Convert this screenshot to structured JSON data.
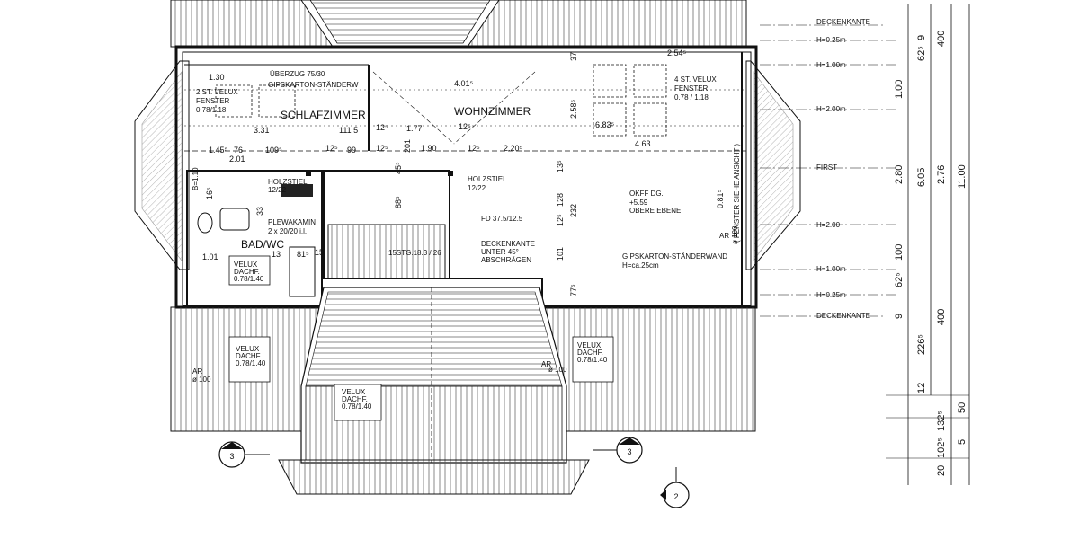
{
  "colors": {
    "ink": "#1a1a1a",
    "paper": "#ffffff",
    "hatch": "#555555"
  },
  "rooms": {
    "schlafzimmer": "SCHLAFZIMMER",
    "wohnzimmer": "WOHNZIMMER",
    "bad": "BAD/WC",
    "first": "FIRST"
  },
  "labels": {
    "ueberzug": "ÜBERZUG 75/30",
    "gipskarton_top": "GIPSKARTON-STÄNDERW",
    "velux2_line1": "2 ST. VELUX",
    "velux2_line2": "FENSTER",
    "velux2_size": "0.78/1.18",
    "velux4_line1": "4 ST. VELUX",
    "velux4_line2": "FENSTER",
    "velux4_size": "0.78 / 1.18",
    "holzstiel_left": "HOLZSTIEL",
    "holzstiel_left_size": "12/22",
    "holzstiel_right": "HOLZSTIEL",
    "holzstiel_right_size": "12/22",
    "plewa_line1": "PLEWAKAMIN",
    "plewa_line2": "2 x 20/20 i.l.",
    "okff_line1": "OKFF DG.",
    "okff_line2": "+5.59",
    "okff_line3": "OBERE EBENE",
    "fd": "FD 37.5/12.5",
    "deckenkante_1": "DECKENKANTE",
    "deckenkante_2": "UNTER 45°",
    "deckenkante_3": "ABSCHRÄGEN",
    "stg": "15STG.18.3 / 26",
    "gipskarton_right_1": "GIPSKARTON-STÄNDERWAND",
    "gipskarton_right_2": "H=ca.25cm",
    "fenster_siehe": "( FENSTER SIEHE ANSICHT )",
    "b_110": "B=1.10",
    "ar_right": "AR",
    "ar_right_size": "ø 100",
    "ar_left": "AR",
    "ar_left_size": "ø 100",
    "ar_center": "AR",
    "ar_center_size": "ø 100",
    "velux_bad_1": "VELUX",
    "velux_bad_2": "DACHF.",
    "velux_bad_3": "0.78/1.40",
    "velux_l_1": "VELUX",
    "velux_l_2": "DACHF.",
    "velux_l_3": "0.78/1.40",
    "velux_c_1": "VELUX",
    "velux_c_2": "DACHF.",
    "velux_c_3": "0.78/1.40",
    "velux_r_1": "VELUX",
    "velux_r_2": "DACHF.",
    "velux_r_3": "0.78/1.40",
    "section_left": "3",
    "section_right": "3",
    "section_bottom": "2"
  },
  "dimensions": {
    "d_130": "1.30",
    "d_401": "4.01⁵",
    "d_254": "2.54⁵",
    "d_331": "3.31",
    "d_683": "6.83⁵",
    "d_463": "4.63",
    "d_258": "2.58⁵",
    "d_37": "37",
    "d_111": "111 5",
    "d_125a": "12⁵",
    "d_177": "1.77",
    "d_125b": "12⁵",
    "d_76": "76",
    "d_201a": "2.01",
    "d_1095": "109⁵",
    "d_125c": "12⁵",
    "d_99": "99",
    "d_125d": "12⁵",
    "d_1452": "1.45⁵",
    "d_190": "1.90",
    "d_2205": "2.20⁵",
    "d_125e": "12⁵",
    "d_201b": "201",
    "d_135": "13⁵",
    "d_128": "128",
    "d_232": "232",
    "d_125f": "12⁵",
    "d_101a": "101",
    "d_775": "77⁵",
    "d_101b": "1.01",
    "d_13": "13",
    "d_81": "81⁵",
    "d_15": "15",
    "d_0815": "0.81⁵",
    "d_885": "88⁵",
    "d_455": "45⁵",
    "d_165": "16⁵",
    "d_33": "33"
  },
  "height_labels": {
    "deckenkante_top": "DECKENKANTE",
    "h025_top": "H=0.25m",
    "h100_top": "H=1.00m",
    "h200_top": "H=2.00m",
    "first": "FIRST",
    "h200_bot": "H=2.00",
    "h100_bot": "H=1.00m",
    "h025_bot": "H=0.25m",
    "deckenkante_bot": "DECKENKANTE"
  },
  "vertical_dims": {
    "v9a": "9",
    "v625a": "62⁵",
    "v100a": "1.00",
    "v280": "2.80",
    "v100b": "100",
    "v625b": "62⁵",
    "v9b": "9",
    "v400a": "400",
    "v605": "6.05",
    "v400b": "400",
    "v276": "2.76",
    "v1100": "11.00",
    "v2265": "226⁵",
    "v12": "12",
    "v1325": "132⁵",
    "v1025": "102⁵",
    "v50": "50",
    "v5": "5",
    "v20": "20"
  }
}
